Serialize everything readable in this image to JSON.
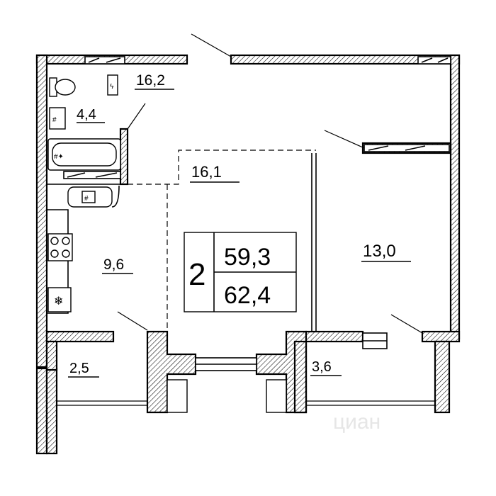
{
  "rooms": {
    "bathroom": {
      "area": "4,4"
    },
    "hallway": {
      "area": "16,2"
    },
    "living": {
      "area": "16,1"
    },
    "kitchen": {
      "area": "9,6"
    },
    "bedroom": {
      "area": "13,0"
    },
    "balcony_left": {
      "area": "2,5"
    },
    "balcony_right": {
      "area": "3,6"
    }
  },
  "summary": {
    "rooms_count": "2",
    "living_area": "59,3",
    "total_area": "62,4"
  },
  "watermark": {
    "text": "циан"
  },
  "icons": [
    "freezer-icon",
    "faucet-icon",
    "toilet-icon",
    "bathtub-icon",
    "stove-icon"
  ],
  "colors": {
    "ink": "#000000",
    "paper": "#ffffff",
    "watermark": "#e6e6e6"
  }
}
